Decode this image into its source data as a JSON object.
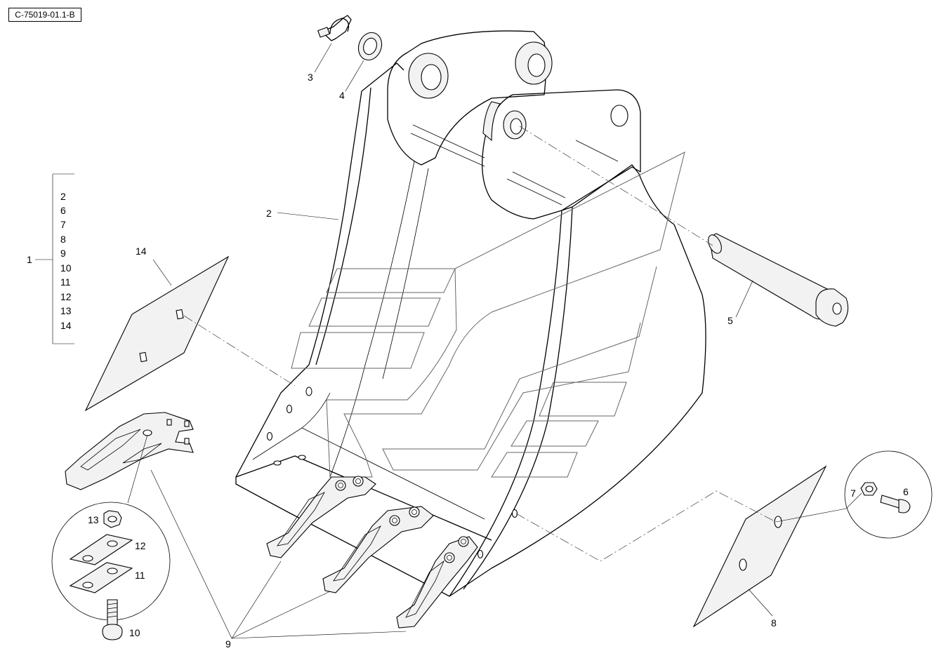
{
  "drawing_ref": "C-75019-01.1-B",
  "kit": {
    "label": "1",
    "items": [
      "2",
      "6",
      "7",
      "8",
      "9",
      "10",
      "11",
      "12",
      "13",
      "14"
    ]
  },
  "callouts": {
    "c2": "2",
    "c3": "3",
    "c4": "4",
    "c5": "5",
    "c6": "6",
    "c7": "7",
    "c8": "8",
    "c9": "9",
    "c10": "10",
    "c11": "11",
    "c12": "12",
    "c13": "13",
    "c14": "14"
  }
}
